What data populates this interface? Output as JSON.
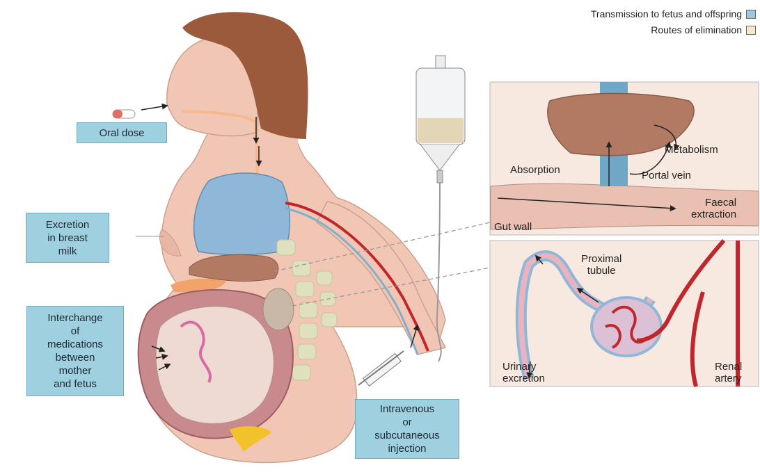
{
  "legend": {
    "items": [
      {
        "label": "Transmission to fetus and offspring",
        "color": "#9cc8e0"
      },
      {
        "label": "Routes of elimination",
        "color": "#f6e8cc"
      }
    ]
  },
  "boxes": {
    "oral_dose": "Oral dose",
    "excretion_breast_milk": [
      "Excretion",
      "in breast",
      "milk"
    ],
    "interchange": [
      "Interchange",
      "of",
      "medications",
      "between",
      "mother",
      "and fetus"
    ],
    "intravenous": [
      "Intravenous",
      "or",
      "subcutaneous",
      "injection"
    ]
  },
  "liver_panel": {
    "metabolism": "Metabolism",
    "absorption": "Absorption",
    "portal_vein": "Portal vein",
    "faecal_extraction": [
      "Faecal",
      "extraction"
    ],
    "gut_wall": "Gut wall"
  },
  "kidney_panel": {
    "proximal_tubule": [
      "Proximal",
      "tubule"
    ],
    "urinary_excretion": [
      "Urinary",
      "excretion"
    ],
    "renal_artery": [
      "Renal",
      "artery"
    ]
  },
  "colors": {
    "skin": "#f2c6b4",
    "hair": "#9b5a3c",
    "lung": "#8fb8d8",
    "liver": "#b27a63",
    "artery": "#c0262c",
    "vein": "#7fb0cf",
    "box": "#9fd0e0",
    "panel_bg": "#f7e9e0"
  }
}
